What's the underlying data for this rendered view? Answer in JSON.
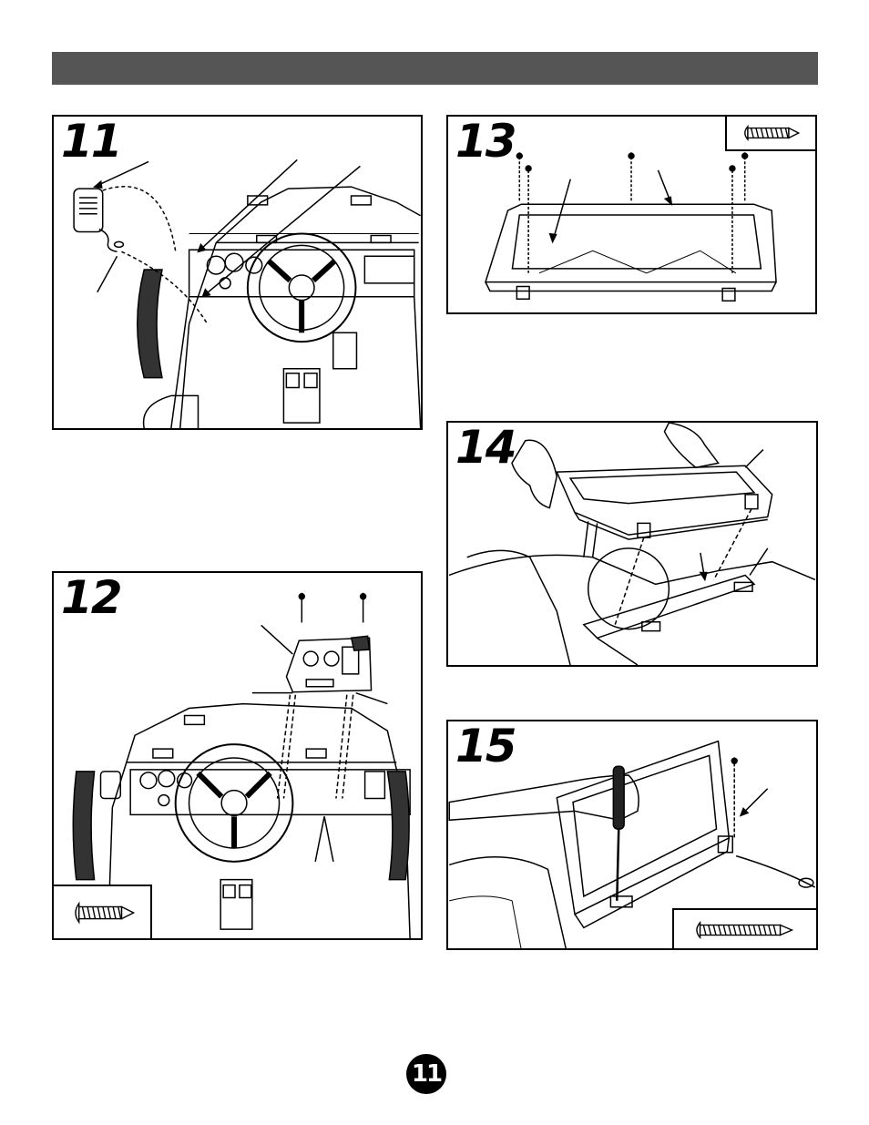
{
  "steps": [
    {
      "number": "11",
      "illustration": "dashboard-radio-mic-assembly"
    },
    {
      "number": "12",
      "illustration": "instrument-panel-screw-install",
      "hardware_icon": "screw-icon"
    },
    {
      "number": "13",
      "illustration": "windshield-frame-screws",
      "hardware_icon": "screw-icon"
    },
    {
      "number": "14",
      "illustration": "windshield-placement-on-hood"
    },
    {
      "number": "15",
      "illustration": "windshield-screwdriver-fasten",
      "hardware_icon": "long-screw-icon"
    }
  ],
  "page": {
    "number": "11"
  },
  "colors": {
    "header_bar": "#555555",
    "ink": "#000000",
    "paper": "#ffffff",
    "shade": "#cfcfcf"
  }
}
